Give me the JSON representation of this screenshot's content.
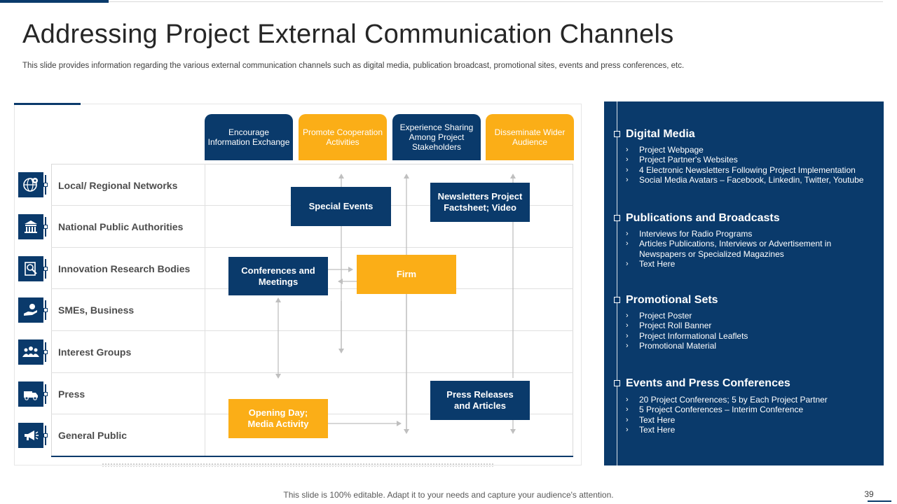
{
  "title": "Addressing Project External Communication Channels",
  "subtitle": "This slide provides information regarding the various external communication channels such as digital media, publication broadcast, promotional sites, events and press conferences, etc.",
  "columns": [
    {
      "label": "Encourage Information Exchange",
      "color": "navy"
    },
    {
      "label": "Promote Cooperation Activities",
      "color": "gold"
    },
    {
      "label": "Experience Sharing Among Project Stakeholders",
      "color": "navy"
    },
    {
      "label": "Disseminate Wider Audience",
      "color": "gold"
    }
  ],
  "rows": [
    {
      "label": "Local/ Regional Networks",
      "icon": "globe-pin-icon"
    },
    {
      "label": "National Public Authorities",
      "icon": "government-building-icon"
    },
    {
      "label": "Innovation Research Bodies",
      "icon": "research-magnifier-icon"
    },
    {
      "label": "SMEs, Business",
      "icon": "business-hand-icon"
    },
    {
      "label": "Interest Groups",
      "icon": "people-group-icon"
    },
    {
      "label": "Press",
      "icon": "delivery-truck-icon"
    },
    {
      "label": "General Public",
      "icon": "megaphone-icon"
    }
  ],
  "nodes": {
    "special_events": "Special Events",
    "newsletters": "Newsletters Project Factsheet; Video",
    "conferences": "Conferences and Meetings",
    "firm": "Firm",
    "opening_day": "Opening Day; Media Activity",
    "press_releases": "Press Releases and Articles"
  },
  "sections": [
    {
      "title": "Digital Media",
      "items": [
        "Project Webpage",
        "Project Partner's Websites",
        "4 Electronic Newsletters Following Project Implementation",
        "Social Media Avatars – Facebook, Linkedin, Twitter, Youtube"
      ]
    },
    {
      "title": "Publications and Broadcasts",
      "items": [
        "Interviews for Radio Programs",
        "Articles Publications, Interviews or Advertisement in Newspapers or Specialized Magazines",
        "Text Here"
      ]
    },
    {
      "title": "Promotional Sets",
      "items": [
        "Project Poster",
        "Project Roll Banner",
        "Project Informational Leaflets",
        "Promotional Material"
      ]
    },
    {
      "title": "Events and Press Conferences",
      "items": [
        "20 Project Conferences; 5 by Each Project Partner",
        "5 Project Conferences – Interim Conference",
        "Text Here",
        "Text Here"
      ]
    }
  ],
  "footer": "This slide is 100% editable. Adapt it to your needs and capture your audience's attention.",
  "page_number": "39",
  "colors": {
    "navy": "#0a3a6b",
    "gold": "#fbae17"
  }
}
